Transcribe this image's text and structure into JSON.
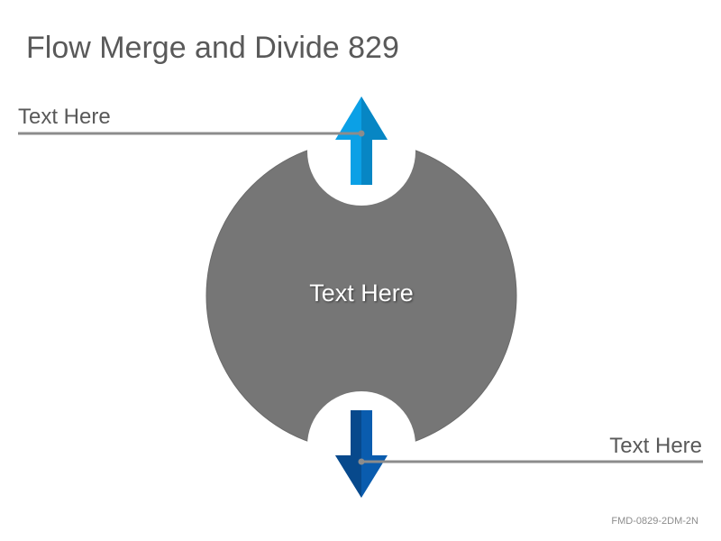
{
  "title": "Flow Merge and Divide 829",
  "labels": {
    "top": "Text Here",
    "center": "Text Here",
    "bottom": "Text Here"
  },
  "code": "FMD-0829-2DM-2N",
  "colors": {
    "circle": "#767676",
    "arrow_up": "#0ba0e6",
    "arrow_up_shade": "#0786c4",
    "arrow_down": "#0a5cae",
    "arrow_down_shade": "#07498c",
    "connector": "#8c8c8c",
    "text": "#595959"
  }
}
